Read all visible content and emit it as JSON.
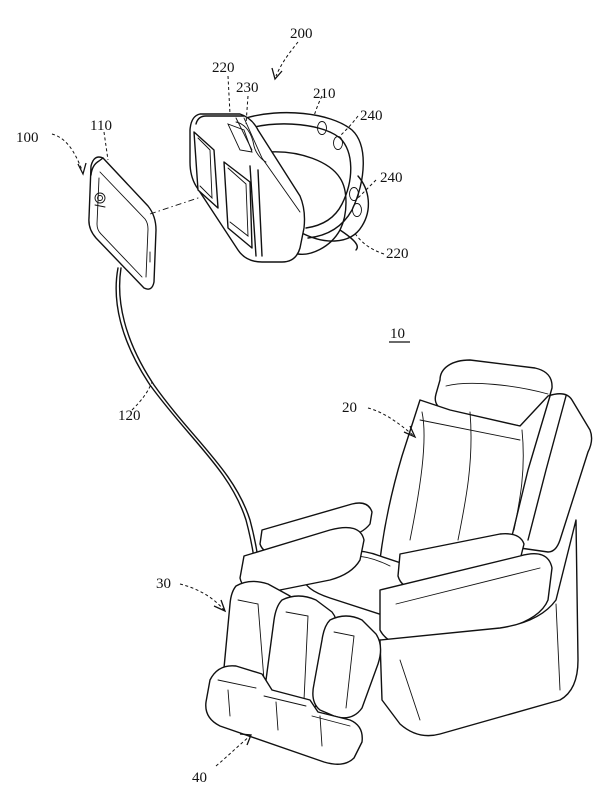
{
  "labels": {
    "system": "10",
    "chair": "20",
    "leg_massager": "30",
    "foot_rest": "40",
    "terminal": "100",
    "terminal_body": "110",
    "cable": "120",
    "headset": "200",
    "strap_210": "210",
    "headset_220_top": "220",
    "headset_220_bottom": "220",
    "headset_230": "230",
    "speaker_240_top": "240",
    "speaker_240_bottom": "240"
  }
}
